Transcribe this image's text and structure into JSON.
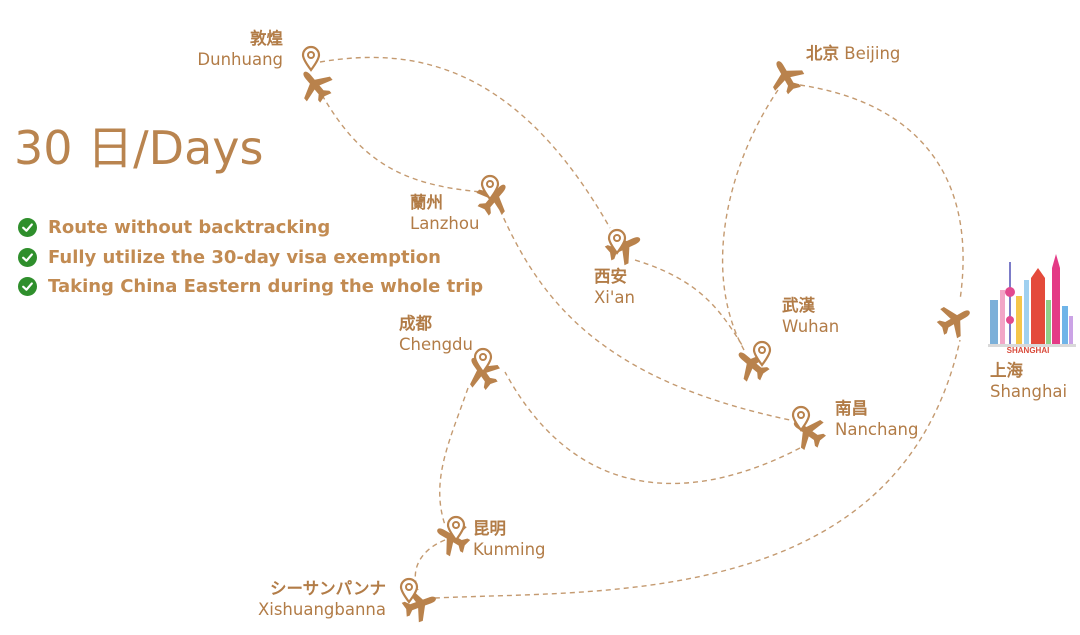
{
  "title": "30 日/Days",
  "features": [
    "Route without backtracking",
    "Fully utilize the 30-day visa exemption",
    "Taking China Eastern during the whole trip"
  ],
  "colors": {
    "accent": "#b9844f",
    "route": "#c49a70",
    "check": "#2f8f2c",
    "plane": "#b9824c"
  },
  "cities": [
    {
      "zh": "敦煌",
      "en": "Dunhuang"
    },
    {
      "zh": "蘭州",
      "en": "Lanzhou"
    },
    {
      "zh": "西安",
      "en": "Xi'an"
    },
    {
      "zh": "北京",
      "en": "Beijing"
    },
    {
      "zh": "武漢",
      "en": "Wuhan"
    },
    {
      "zh": "上海",
      "en": "Shanghai"
    },
    {
      "zh": "成都",
      "en": "Chengdu"
    },
    {
      "zh": "南昌",
      "en": "Nanchang"
    },
    {
      "zh": "昆明",
      "en": "Kunming"
    },
    {
      "zh": "シーサンパンナ",
      "en": "Xishuangbanna"
    }
  ],
  "shanghai_badge": "SHANGHAI"
}
